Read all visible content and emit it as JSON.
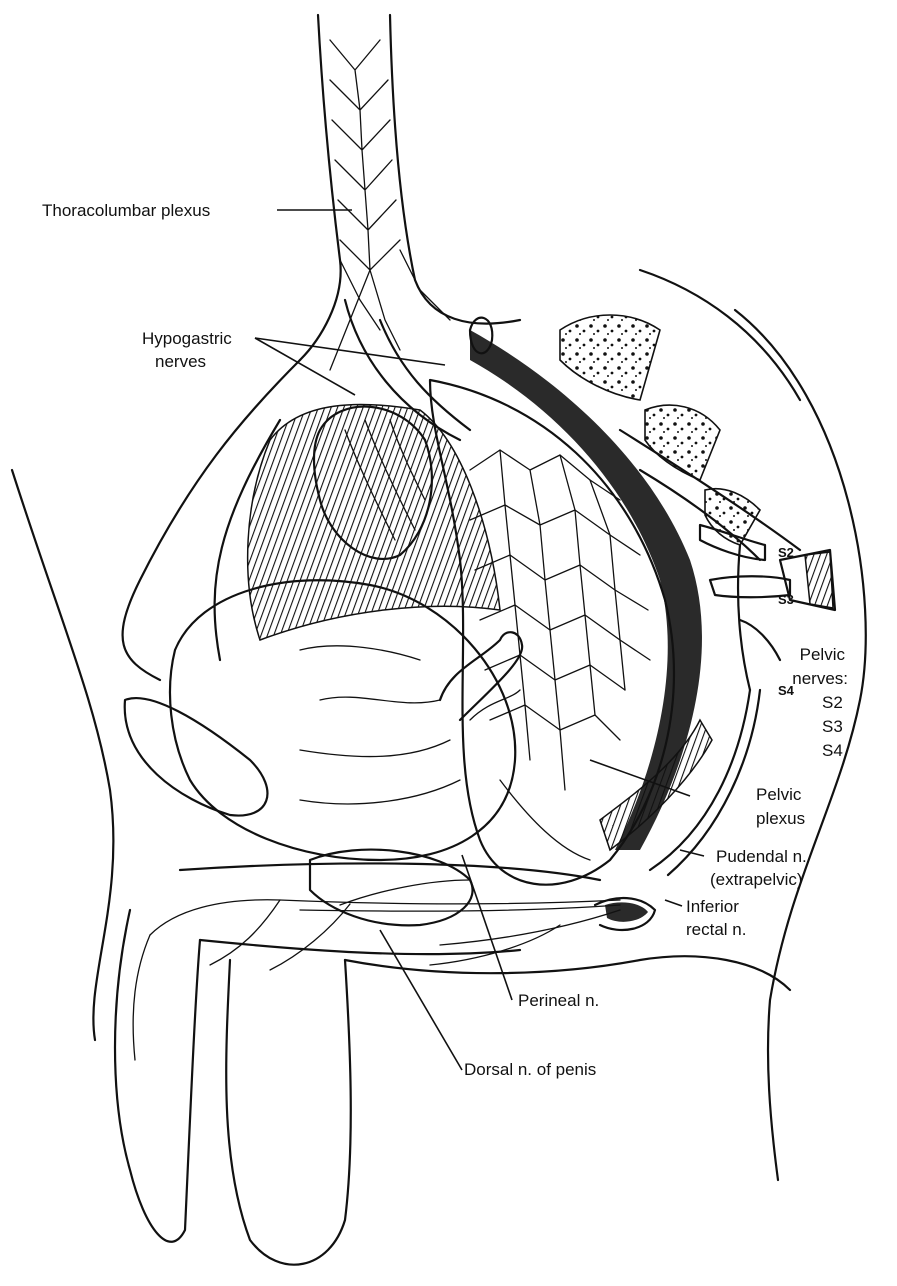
{
  "labels": {
    "thoracolumbar_plexus": "Thoracolumbar plexus",
    "hypogastric_nerves_1": "Hypogastric",
    "hypogastric_nerves_2": "nerves",
    "s2_root": "S2",
    "s3_root": "S3",
    "s4_root": "S4",
    "pelvic_nerves_title_1": "Pelvic",
    "pelvic_nerves_title_2": "nerves:",
    "pelvic_nerves_s2": "S2",
    "pelvic_nerves_s3": "S3",
    "pelvic_nerves_s4": "S4",
    "pelvic_plexus_1": "Pelvic",
    "pelvic_plexus_2": "plexus",
    "pudendal_1": "Pudendal n.",
    "pudendal_2": "(extrapelvic)",
    "inferior_rectal_1": "Inferior",
    "inferior_rectal_2": "rectal n.",
    "perineal": "Perineal n.",
    "dorsal_penis": "Dorsal n. of penis"
  },
  "colors": {
    "ink": "#111111",
    "shade": "#2a2a2a",
    "paper": "#ffffff"
  }
}
